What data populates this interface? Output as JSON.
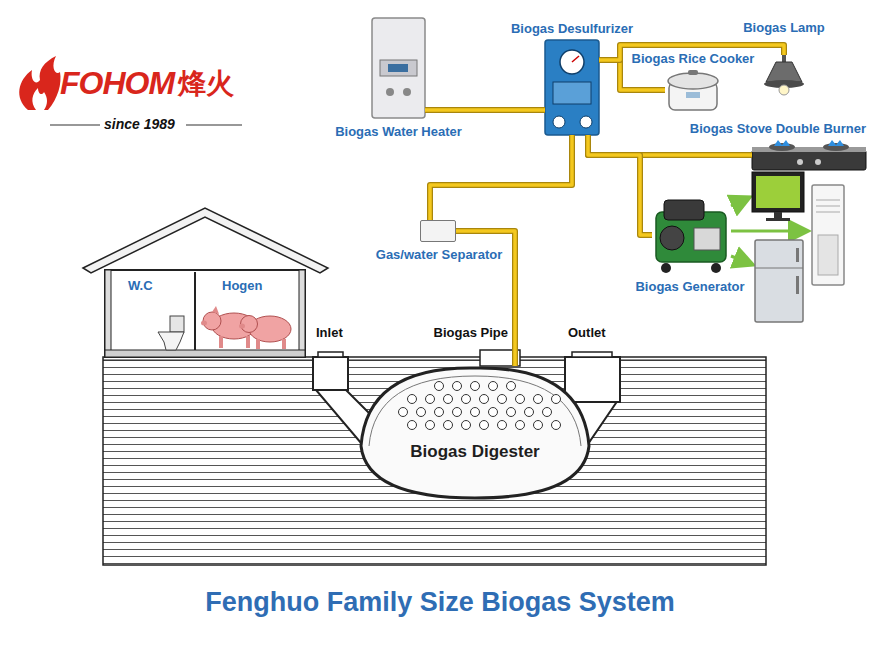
{
  "diagram": {
    "title": "Fenghuo Family Size Biogas System",
    "nodes": [
      {
        "text": [
          "Biogas Water Heater"
        ]
      },
      {
        "text": [
          "Biogas Desulfurizer"
        ]
      },
      {
        "text": [
          "Biogas Lamp"
        ]
      },
      {
        "text": [
          "Biogas Rice Cooker"
        ]
      },
      {
        "text": [
          "Biogas Stove Double Burner"
        ]
      },
      {
        "text": [
          "Gas/water Separator"
        ]
      },
      {
        "text": [
          "Biogas Generator"
        ]
      },
      {
        "text": [
          "Biogas Digester"
        ]
      }
    ],
    "edges": [
      {
        "from": 7,
        "to": 5,
        "arrow": "none"
      },
      {
        "from": 5,
        "to": 1,
        "arrow": "none"
      },
      {
        "from": 1,
        "to": 0,
        "arrow": "none"
      },
      {
        "from": 1,
        "to": 3,
        "arrow": "none"
      },
      {
        "from": 1,
        "to": 2,
        "arrow": "none"
      },
      {
        "from": 1,
        "to": 4,
        "arrow": "none"
      },
      {
        "from": 1,
        "to": 6,
        "arrow": "none"
      }
    ],
    "labels": [
      "FOHOM",
      "烽火",
      "since 1989",
      "W.C",
      "Hogen",
      "Inlet",
      "Biogas Pipe",
      "Outlet"
    ]
  }
}
